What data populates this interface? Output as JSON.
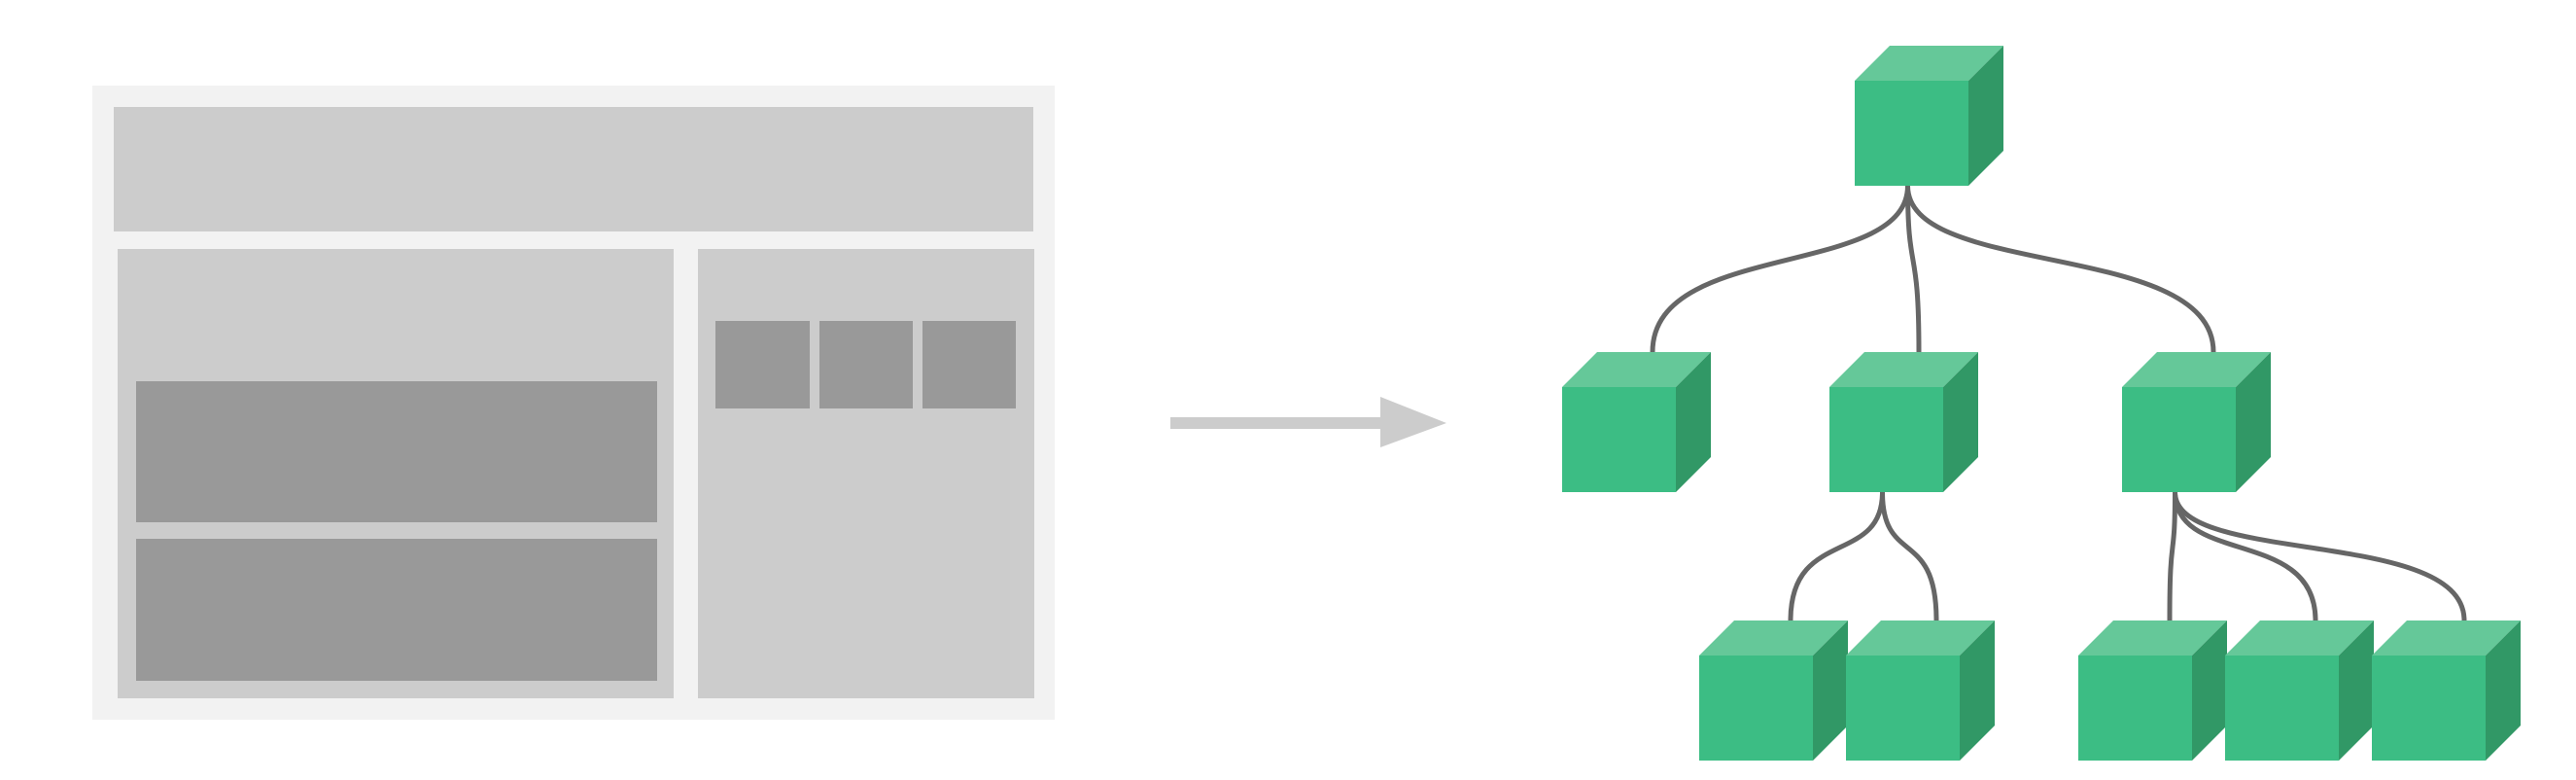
{
  "diagram": {
    "wireframe": {
      "colors": {
        "outer": "#f2f2f2",
        "panel": "#cccccc",
        "block": "#999999"
      }
    },
    "arrow": {
      "color": "#cccccc"
    },
    "tree": {
      "colors": {
        "front": "#3cbd84",
        "top": "#65c899",
        "side": "#319866",
        "link": "#666666"
      },
      "levels": [
        1,
        3,
        5
      ]
    }
  }
}
